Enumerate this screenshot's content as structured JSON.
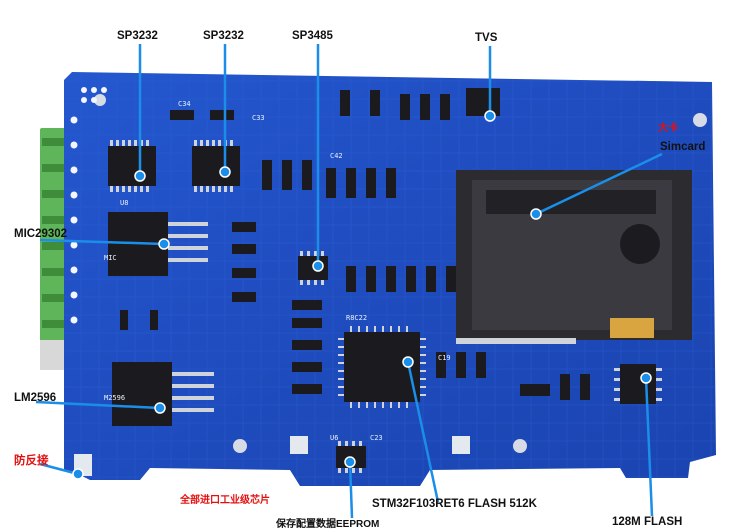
{
  "labels": {
    "sp3232_a": "SP3232",
    "sp3232_b": "SP3232",
    "sp3485": "SP3485",
    "tvs": "TVS",
    "big_card": "大卡",
    "simcard": "Simcard",
    "mic29302": "MIC29302",
    "lm2596": "LM2596",
    "reverse_protect": "防反接",
    "industrial_chips": "全部进口工业级芯片",
    "mcu": "STM32F103RET6 FLASH 512K",
    "eeprom": "保存配置数据EEPROM",
    "flash": "128M FLASH"
  },
  "colors": {
    "pcb": "#1f4fc4",
    "callout": "#1a8ee8",
    "red_text": "#e41010",
    "terminal": "#5fb55a"
  }
}
